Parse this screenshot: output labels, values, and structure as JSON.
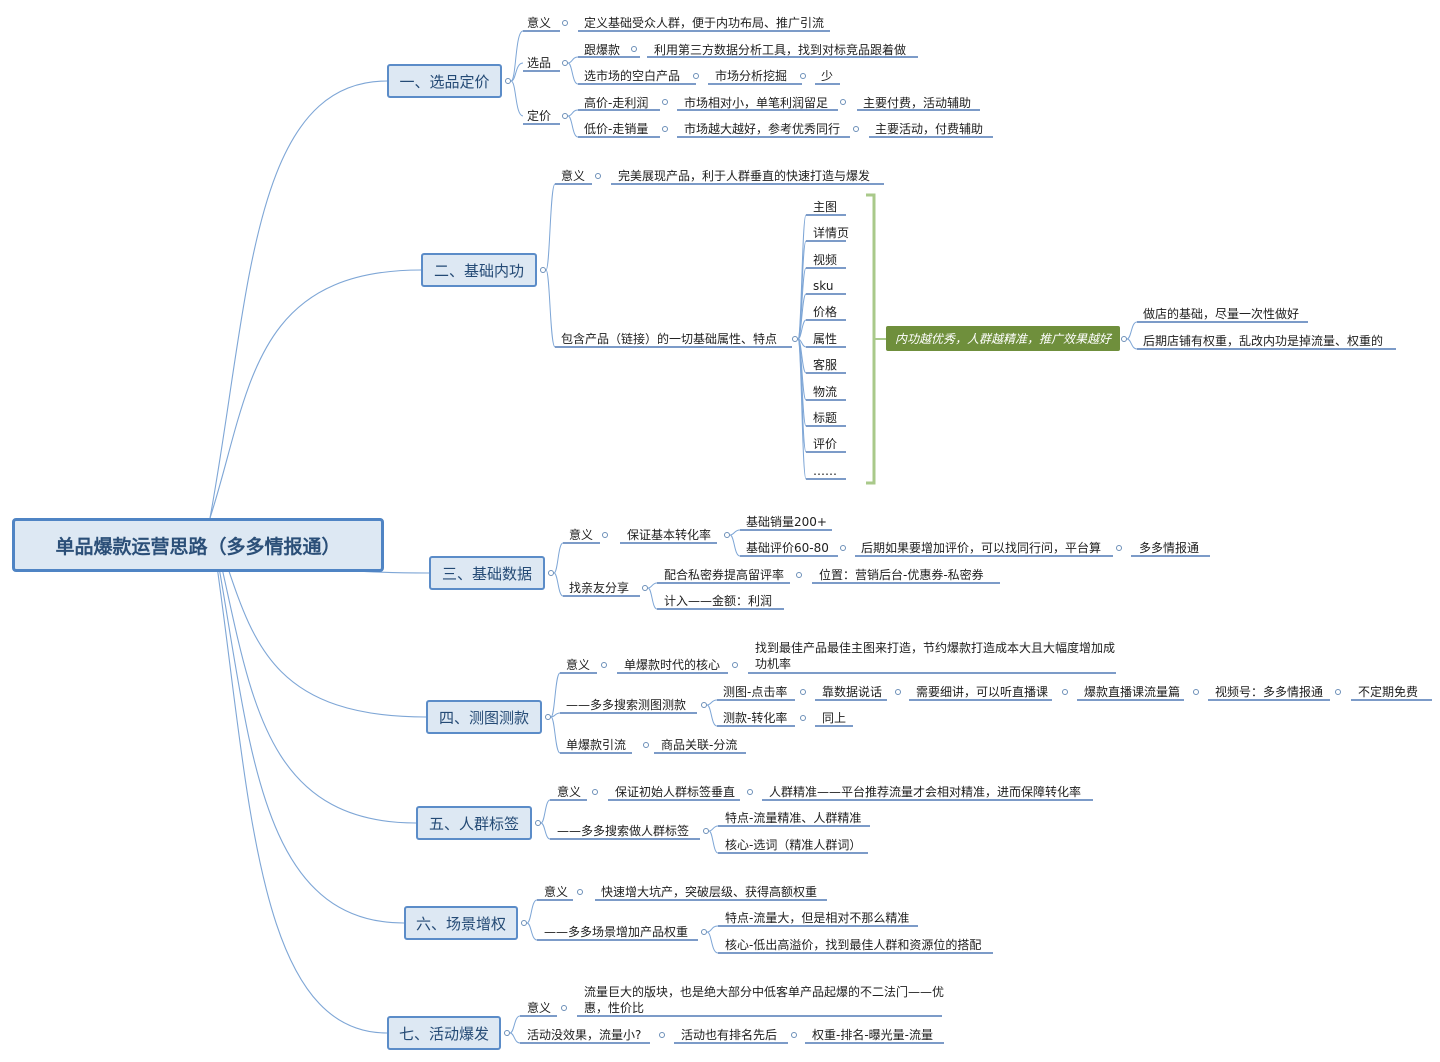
{
  "title": "单品爆款运营思路（多多情报通）",
  "branches": [
    {
      "label": "一、选品定价"
    },
    {
      "label": "二、基础内功"
    },
    {
      "label": "三、基础数据"
    },
    {
      "label": "四、测图测款"
    },
    {
      "label": "五、人群标签"
    },
    {
      "label": "六、场景增权"
    },
    {
      "label": "七、活动爆发"
    }
  ],
  "nodes": {
    "b1": {
      "meaning": "意义",
      "meaning_text": "定义基础受众人群，便于内功布局、推广引流",
      "xuanpin": "选品",
      "genbaokuan": "跟爆款",
      "genbaokuan_text": "利用第三方数据分析工具，找到对标竞品跟着做",
      "kongbai": "选市场的空白产品",
      "kongbai_text": "市场分析挖掘",
      "kongbai_text2": "少",
      "dingjia": "定价",
      "gaojia": "高价-走利润",
      "gaojia_text": "市场相对小，单笔利润留足",
      "gaojia_text2": "主要付费，活动辅助",
      "dijia": "低价-走销量",
      "dijia_text": "市场越大越好，参考优秀同行",
      "dijia_text2": "主要活动，付费辅助"
    },
    "b2": {
      "meaning": "意义",
      "meaning_text": "完美展现产品，利于人群垂直的快速打造与爆发",
      "include": "包含产品（链接）的一切基础属性、特点",
      "items": [
        "主图",
        "详情页",
        "视频",
        "sku",
        "价格",
        "属性",
        "客服",
        "物流",
        "标题",
        "评价",
        "……"
      ],
      "summary": "内功越优秀，人群越精准，推广效果越好",
      "note1": "做店的基础，尽量一次性做好",
      "note2": "后期店铺有权重，乱改内功是掉流量、权重的"
    },
    "b3": {
      "meaning": "意义",
      "meaning_text": "保证基本转化率",
      "sales": "基础销量200+",
      "reviews": "基础评价60-80",
      "reviews_text": "后期如果要增加评价，可以找同行问，平台算",
      "reviews_text2": "多多情报通",
      "friends": "找亲友分享",
      "coupon": "配合私密券提高留评率",
      "coupon_text": "位置：营销后台-优惠券-私密券",
      "jiru": "计入——金额：利润"
    },
    "b4": {
      "meaning": "意义",
      "meaning_text": "单爆款时代的核心",
      "meaning_text2": "找到最佳产品最佳主图来打造，节约爆款打造成本大且大幅度增加成功机率",
      "search": "——多多搜索测图测款",
      "ctr": "测图-点击率",
      "ctr_text": "靠数据说话",
      "ctr_text2": "需要细讲，可以听直播课",
      "ctr_text3": "爆款直播课流量篇",
      "ctr_text4": "视频号：多多情报通",
      "ctr_text5": "不定期免费",
      "cvr": "测款-转化率",
      "cvr_text": "同上",
      "yinliu": "单爆款引流",
      "yinliu_text": "商品关联-分流"
    },
    "b5": {
      "meaning": "意义",
      "meaning_text": "保证初始人群标签垂直",
      "meaning_text2": "人群精准——平台推荐流量才会相对精准，进而保障转化率",
      "search": "——多多搜索做人群标签",
      "feature": "特点-流量精准、人群精准",
      "core": "核心-选词（精准人群词）"
    },
    "b6": {
      "meaning": "意义",
      "meaning_text": "快速增大坑产，突破层级、获得高额权重",
      "scene": "——多多场景增加产品权重",
      "feature": "特点-流量大，但是相对不那么精准",
      "core": "核心-低出高溢价，找到最佳人群和资源位的搭配"
    },
    "b7": {
      "meaning": "意义",
      "meaning_text": "流量巨大的版块，也是绝大部分中低客单产品起爆的不二法门——优惠，性价比",
      "noeffect": "活动没效果，流量小?",
      "rank": "活动也有排名先后",
      "rank_text": "权重-排名-曝光量-流量"
    }
  },
  "colors": {
    "line": "#7ea6d6",
    "underline": "#2e5fa8",
    "bracket": "#a9c98a",
    "root_border": "#4f84c4",
    "highlight": "#6f8f3c"
  }
}
